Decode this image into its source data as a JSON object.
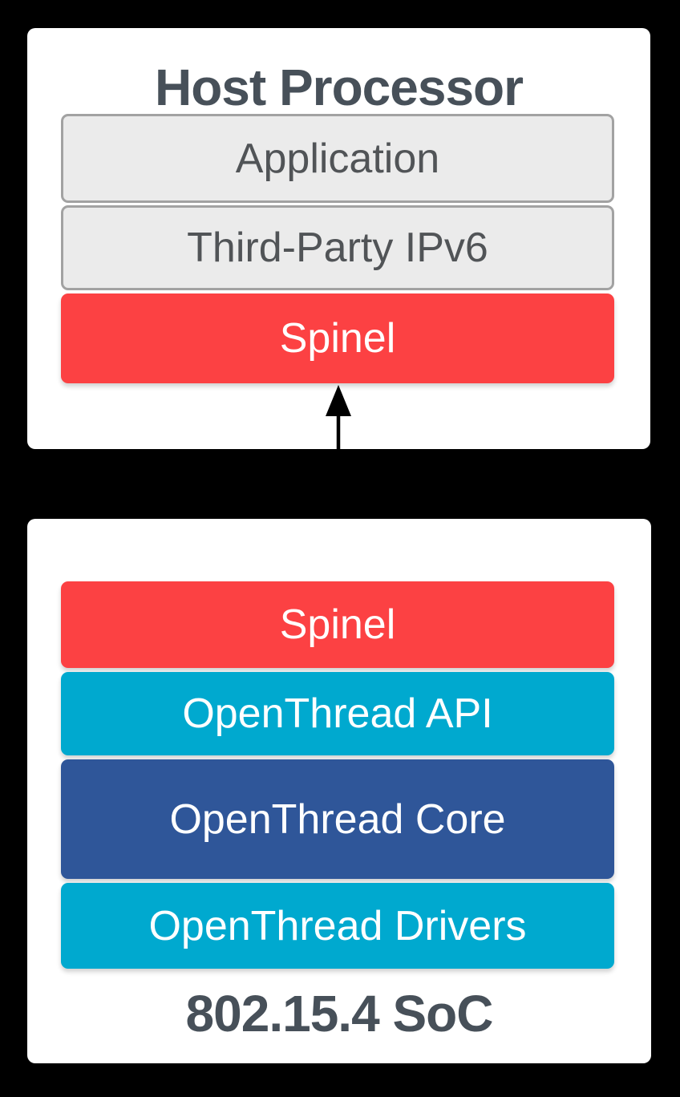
{
  "host": {
    "title": "Host Processor",
    "layers": [
      {
        "label": "Application",
        "style": "gray"
      },
      {
        "label": "Third-Party IPv6",
        "style": "gray"
      },
      {
        "label": "Spinel",
        "style": "red"
      }
    ]
  },
  "link": {
    "icon": "bidirectional-arrow-icon",
    "direction": "vertical-double-headed"
  },
  "soc": {
    "title": "802.15.4 SoC",
    "layers": [
      {
        "label": "Spinel",
        "style": "red"
      },
      {
        "label": "OpenThread API",
        "style": "cyan"
      },
      {
        "label": "OpenThread Core",
        "style": "navy"
      },
      {
        "label": "OpenThread Drivers",
        "style": "cyan"
      }
    ]
  },
  "colors": {
    "background": "#000000",
    "card": "#ffffff",
    "layer_gray_fill": "#ebebeb",
    "layer_gray_border": "#a2a2a2",
    "red": "#fc4143",
    "cyan": "#00a9cf",
    "navy": "#2f5699",
    "title_text": "#475059",
    "gray_label_text": "#515457",
    "white_label_text": "#ffffff",
    "arrow": "#000000"
  }
}
